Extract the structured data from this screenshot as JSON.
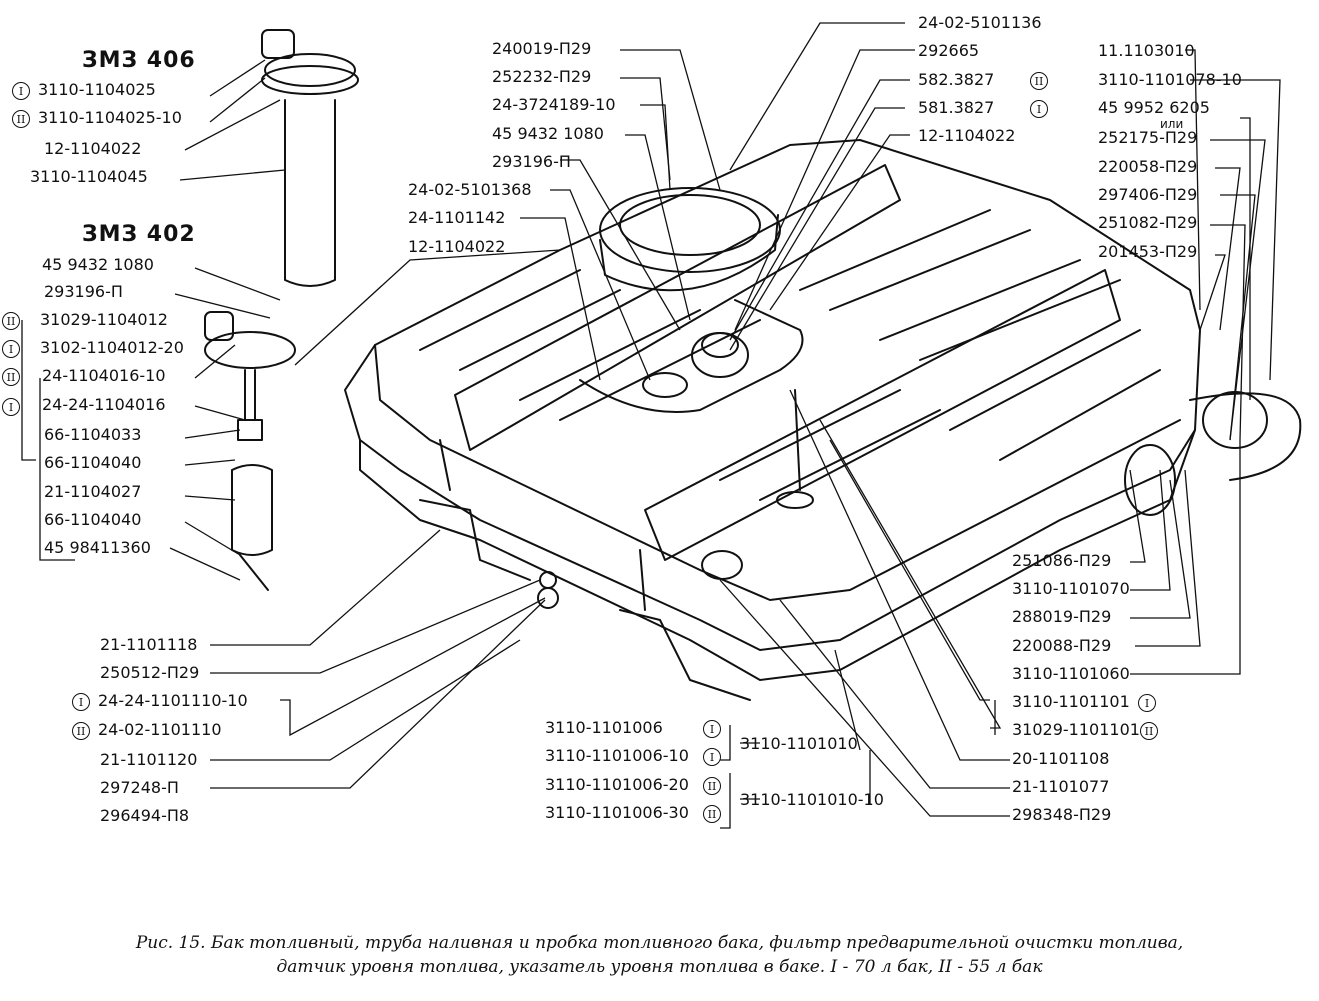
{
  "engines": {
    "zmz406": "ЗМЗ 406",
    "zmz402": "ЗМЗ 402"
  },
  "markers": {
    "one": "I",
    "two": "II"
  },
  "labels": {
    "l406_1": "3110-1104025",
    "l406_2": "3110-1104025-10",
    "l406_3": "12-1104022",
    "l406_4": "3110-1104045",
    "l402_1": "45 9432 1080",
    "l402_2": "293196-П",
    "l402_3": "31029-1104012",
    "l402_4": "3102-1104012-20",
    "l402_5": "24-1104016-10",
    "l402_6": "24-24-1104016",
    "l402_7": "66-1104033",
    "l402_8": "66-1104040",
    "l402_9": "21-1104027",
    "l402_10": "66-1104040",
    "l402_11": "45 98411360",
    "t1": "240019-П29",
    "t2": "252232-П29",
    "t3": "24-3724189-10",
    "t4": "45 9432 1080",
    "t5": "293196-П",
    "t6": "24-02-5101368",
    "t7": "24-1101142",
    "t8": "12-1104022",
    "c1": "24-02-5101136",
    "c2": "292665",
    "c3": "582.3827",
    "c4": "581.3827",
    "c5": "12-1104022",
    "r1": "11.1103010",
    "r2": "3110-1101078-10",
    "r3": "45 9952 6205",
    "r3b": "или",
    "r4": "252175-П29",
    "r5": "220058-П29",
    "r6": "297406-П29",
    "r7": "251082-П29",
    "r8": "201453-П29",
    "rb1": "251086-П29",
    "rb2": "3110-1101070",
    "rb3": "288019-П29",
    "rb4": "220088-П29",
    "rb5": "3110-1101060",
    "rb6": "3110-1101101",
    "rb7": "31029-1101101",
    "rb8": "20-1101108",
    "rb9": "21-1101077",
    "rb10": "298348-П29",
    "bl1": "21-1101118",
    "bl2": "250512-П29",
    "bl3": "24-24-1101110-10",
    "bl4": "24-02-1101110",
    "bl5": "21-1101120",
    "bl6": "297248-П",
    "bl7": "296494-П8",
    "bc1": "3110-1101006",
    "bc2": "3110-1101006-10",
    "bc3": "3110-1101006-20",
    "bc4": "3110-1101006-30",
    "bcg1": "3110-1101010",
    "bcg2": "3110-1101010-10"
  },
  "caption": {
    "line1": "Рис. 15. Бак топливный, труба наливная и пробка топливного бака, фильтр предварительной очистки топлива,",
    "line2": "датчик уровня топлива, указатель уровня топлива в баке. I - 70 л бак, II - 55 л бак"
  }
}
